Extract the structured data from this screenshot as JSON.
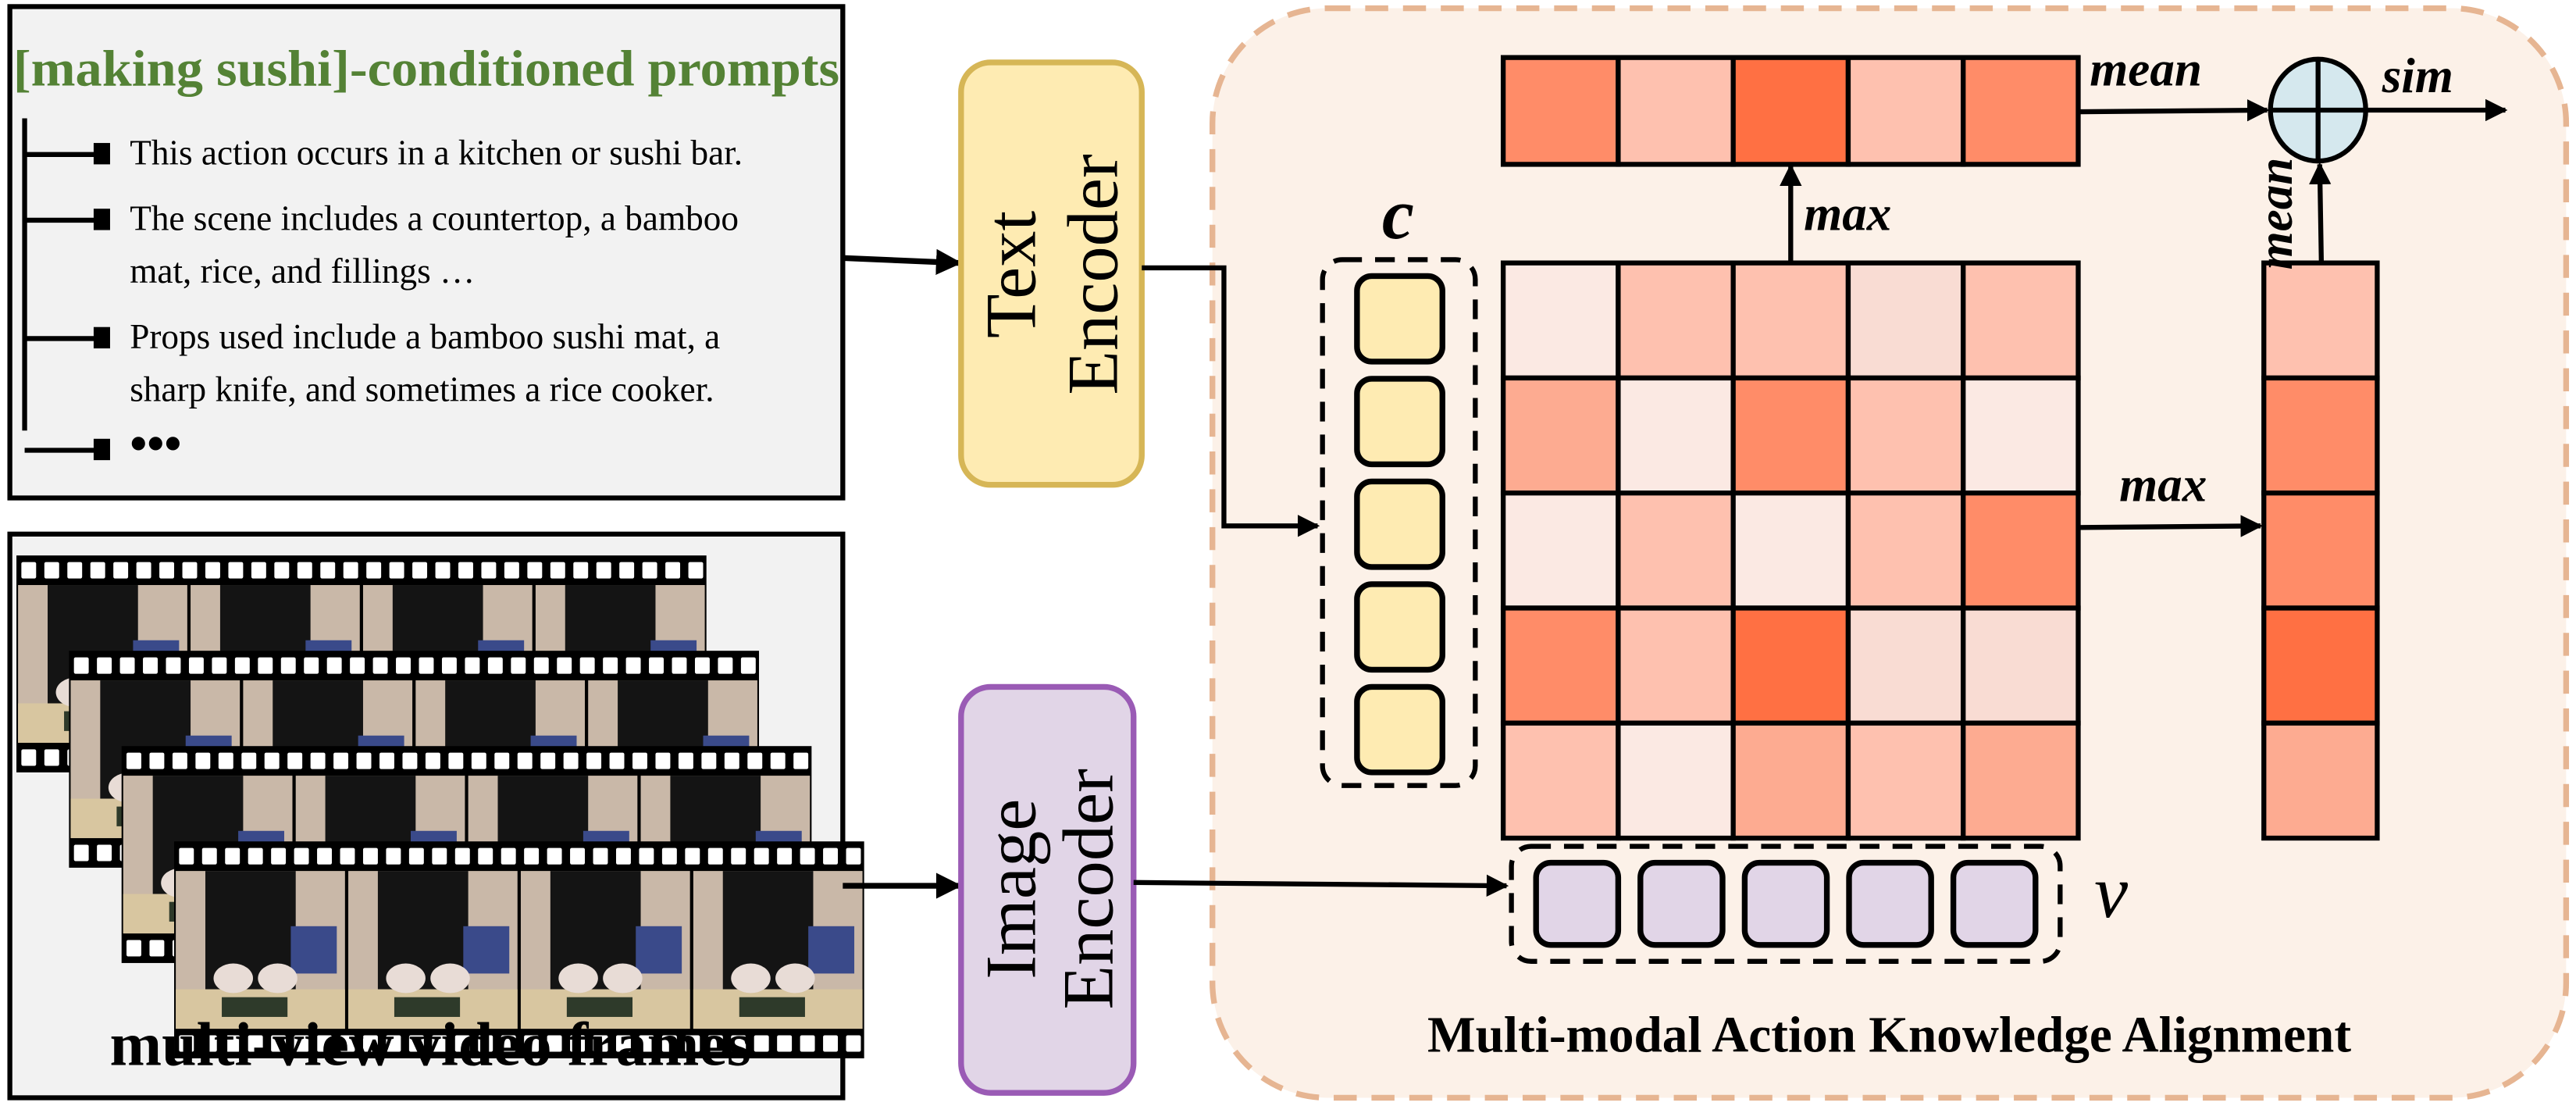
{
  "prompts": {
    "title": "[making sushi]-conditioned prompts",
    "items": [
      {
        "lines": [
          "This action occurs in a kitchen or sushi bar."
        ]
      },
      {
        "lines": [
          "The scene includes a countertop, a bamboo",
          "mat, rice, and fillings …"
        ]
      },
      {
        "lines": [
          "Props used include a bamboo sushi mat, a",
          "sharp knife, and sometimes a rice cooker."
        ]
      },
      {
        "lines": [
          "•••"
        ]
      }
    ]
  },
  "video": {
    "caption": "multi-view video frames"
  },
  "text_encoder": {
    "line1": "Text",
    "line2": "Encoder"
  },
  "image_encoder": {
    "line1": "Image",
    "line2": "Encoder"
  },
  "alignment": {
    "title": "Multi-modal Action Knowledge Alignment",
    "c_label": "c",
    "v_label": "v",
    "max_top": "max",
    "max_right": "max",
    "mean_top": "mean",
    "mean_side": "mean",
    "sim": "sim"
  },
  "colors": {
    "levels": [
      "#FBE9E3",
      "#F9DCD3",
      "#FEC1AF",
      "#FDAB91",
      "#FF8C68",
      "#FF7043"
    ],
    "prompt_title": "#548235",
    "text_encoder_fill": "#FEEBB2",
    "text_encoder_stroke": "#D6B656",
    "image_encoder_fill": "#E1D5E7",
    "image_encoder_stroke": "#9A5BB5",
    "panel_fill": "#FCF1E8",
    "panel_stroke": "#E6B592",
    "sum_fill": "#D5E8EE"
  },
  "similarity_matrix_levels": [
    [
      0,
      2,
      2,
      1,
      2
    ],
    [
      3,
      0,
      4,
      2,
      0
    ],
    [
      0,
      2,
      0,
      2,
      4
    ],
    [
      4,
      2,
      5,
      1,
      1
    ],
    [
      2,
      0,
      3,
      2,
      3
    ]
  ],
  "top_row_levels": [
    4,
    2,
    5,
    2,
    4
  ],
  "column_levels": [
    2,
    4,
    4,
    5,
    3
  ]
}
